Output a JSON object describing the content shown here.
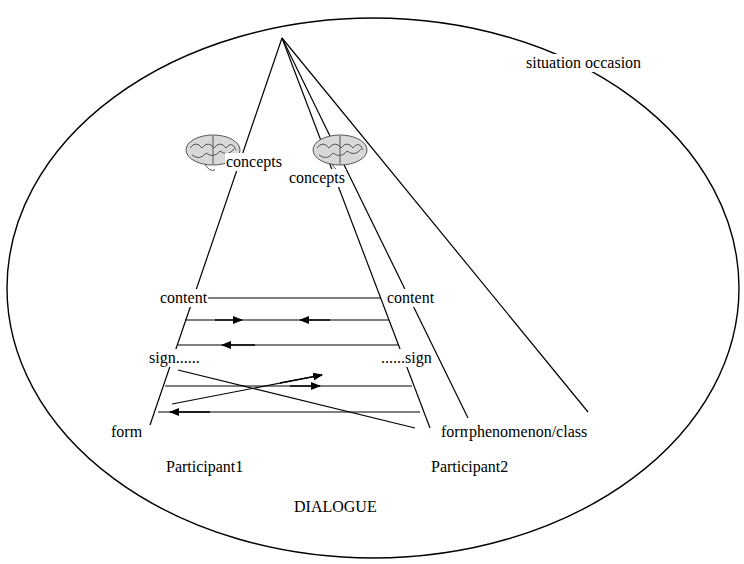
{
  "diagram": {
    "nodes": [
      {
        "text": [
          "situation occasion",
          "DIALOGUE"
        ]
      }
    ],
    "labels": [
      "concepts",
      "concepts",
      "content",
      "content",
      "sign......",
      "......sign",
      "form",
      "form",
      "Participant1",
      "Participant2",
      "phenomenon/class"
    ]
  }
}
